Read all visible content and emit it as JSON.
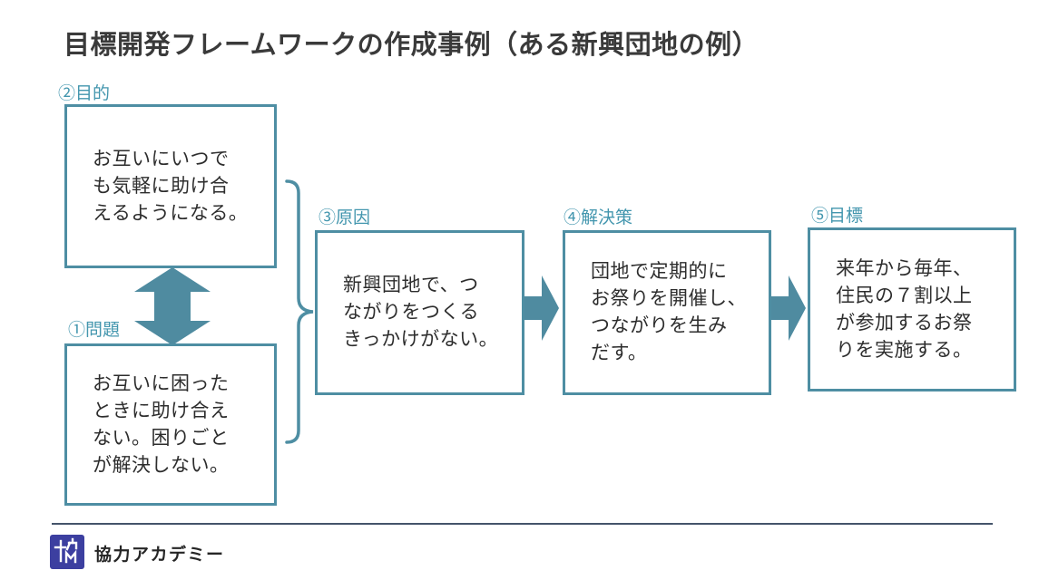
{
  "title": "目標開発フレームワークの作成事例（ある新興団地の例）",
  "nodes": {
    "purpose": {
      "label": "②目的",
      "text": "お互いにいつで\nも気軽に助け合\nえるようになる。"
    },
    "problem": {
      "label": "①問題",
      "text": "お互いに困った\nときに助け合え\nない。困りごと\nが解決しない。"
    },
    "cause": {
      "label": "③原因",
      "text": "新興団地で、つ\nながりをつくる\nきっかけがない。"
    },
    "solution": {
      "label": "④解決策",
      "text": "団地で定期的に\nお祭りを開催し、\nつながりを生み\nだす。"
    },
    "goal": {
      "label": "⑤目標",
      "text": "来年から毎年、\n住民の７割以上\nが参加するお祭\nりを実施する。"
    }
  },
  "icons": {
    "double_arrow": "up-down-double-arrow",
    "brace": "right-curly-brace-connector",
    "flow_arrow": "right-arrow",
    "logo": "kyoryoku-academy-logo"
  },
  "colors": {
    "box_border_teal": "#4e8ea3",
    "arrow_fill_teal": "#4f8ba0",
    "label_teal": "#4396ae",
    "body_text": "#2d2d2d",
    "title_text": "#3a3a3a",
    "separator": "#44546a",
    "logo_indigo": "#3c3fa0"
  },
  "footer": {
    "brand": "協力アカデミー"
  }
}
